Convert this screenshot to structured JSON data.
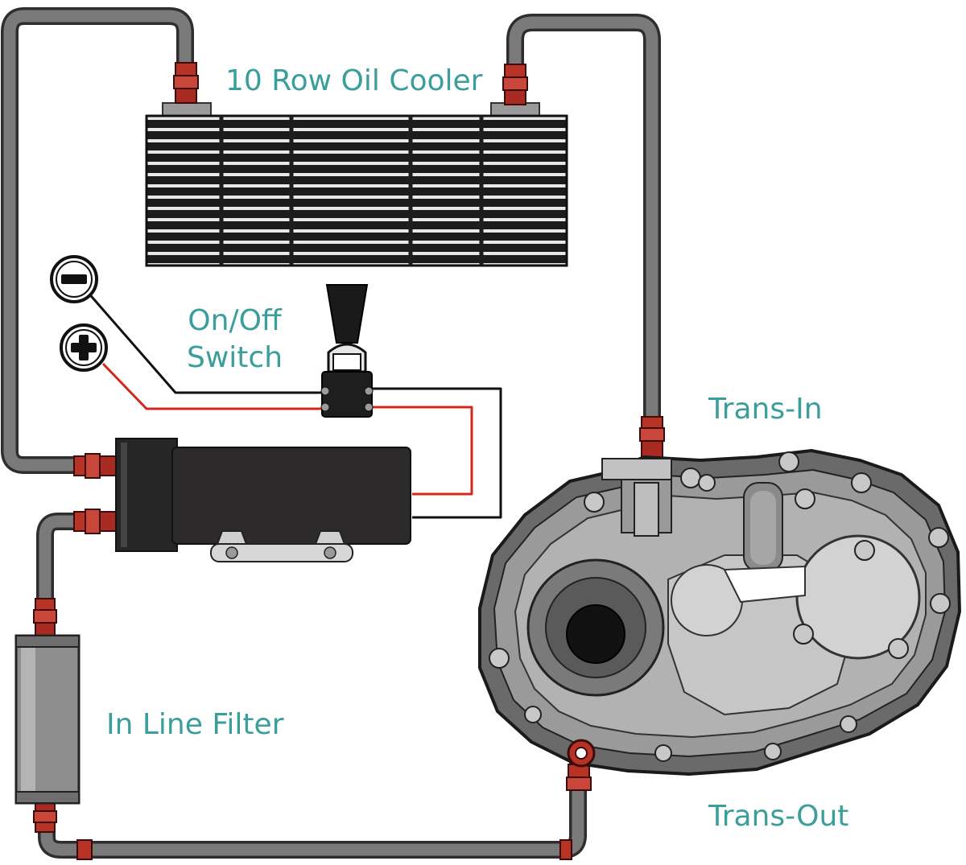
{
  "labels": {
    "cooler": "10 Row Oil Cooler",
    "switch_line1": "On/Off",
    "switch_line2": "Switch",
    "trans_in": "Trans-In",
    "trans_out": "Trans-Out",
    "filter": "In Line Filter"
  },
  "colors": {
    "label": "#3a9e9a",
    "hose": "#6b6b6b",
    "fitting": "#c0392b",
    "wire_positive": "#d0281f",
    "wire_negative": "#111111",
    "body_dark": "#2a2a2a",
    "housing": "#9a9a9a"
  },
  "icons": {
    "negative_terminal": "minus-terminal-icon",
    "positive_terminal": "plus-terminal-icon"
  }
}
